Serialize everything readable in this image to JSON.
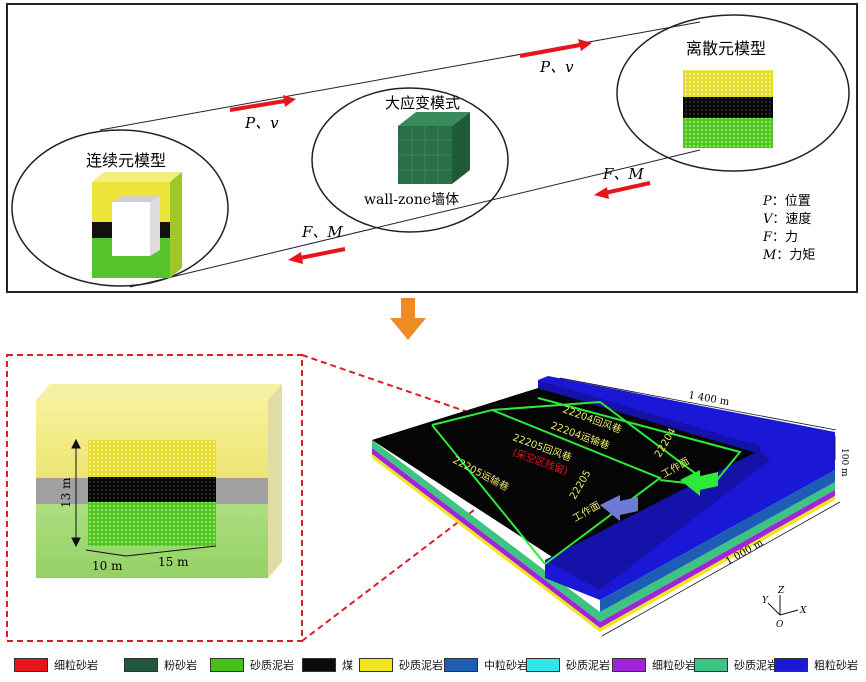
{
  "top": {
    "continuum_title": "连续元模型",
    "large_strain_title": "大应变模式",
    "wall_zone_label": "wall-zone墙体",
    "discrete_title": "离散元模型",
    "arrow_label_pv_1": "P、v",
    "arrow_label_pv_2": "P、v",
    "arrow_label_fm_1": "F、M",
    "arrow_label_fm_2": "F、M",
    "key": [
      {
        "sym": "P",
        "text": "：位置"
      },
      {
        "sym": "V",
        "text": "：速度"
      },
      {
        "sym": "F",
        "text": "：力"
      },
      {
        "sym": "M",
        "text": "：力矩"
      }
    ]
  },
  "inset": {
    "height_label": "13 m",
    "width_label_a": "10 m",
    "width_label_b": "15 m"
  },
  "model": {
    "length_label": "1 400 m",
    "width_label": "1 000 m",
    "depth_label": "100 m",
    "roadways": {
      "r1": "22204回风巷",
      "r2": "22204运输巷",
      "r3": "22205回风巷",
      "r3_sub": "(采空区残留)",
      "r4": "22205运输巷",
      "face1_a": "22204",
      "face1_b": "工作面",
      "face2_a": "22205",
      "face2_b": "工作面"
    },
    "axes": {
      "z": "Z",
      "y": "Y",
      "x": "X",
      "o": "O"
    }
  },
  "legend": [
    {
      "label": "细粒砂岩",
      "color": "#e8141c"
    },
    {
      "label": "粉砂岩",
      "color": "#1f5a3c"
    },
    {
      "label": "砂质泥岩",
      "color": "#42c21b"
    },
    {
      "label": "煤",
      "color": "#0b0b0b"
    },
    {
      "label": "砂质泥岩",
      "color": "#f0e61e"
    },
    {
      "label": "中粒砂岩",
      "color": "#1d5db5"
    },
    {
      "label": "砂质泥岩",
      "color": "#2fe6ea"
    },
    {
      "label": "细粒砂岩",
      "color": "#a223d8"
    },
    {
      "label": "砂质泥岩",
      "color": "#3ec482"
    },
    {
      "label": "粗粒砂岩",
      "color": "#1a17d6"
    }
  ],
  "colors": {
    "arrow_red": "#e8141c",
    "down_arrow": "#f08a24",
    "dash_red": "#d8202a"
  }
}
